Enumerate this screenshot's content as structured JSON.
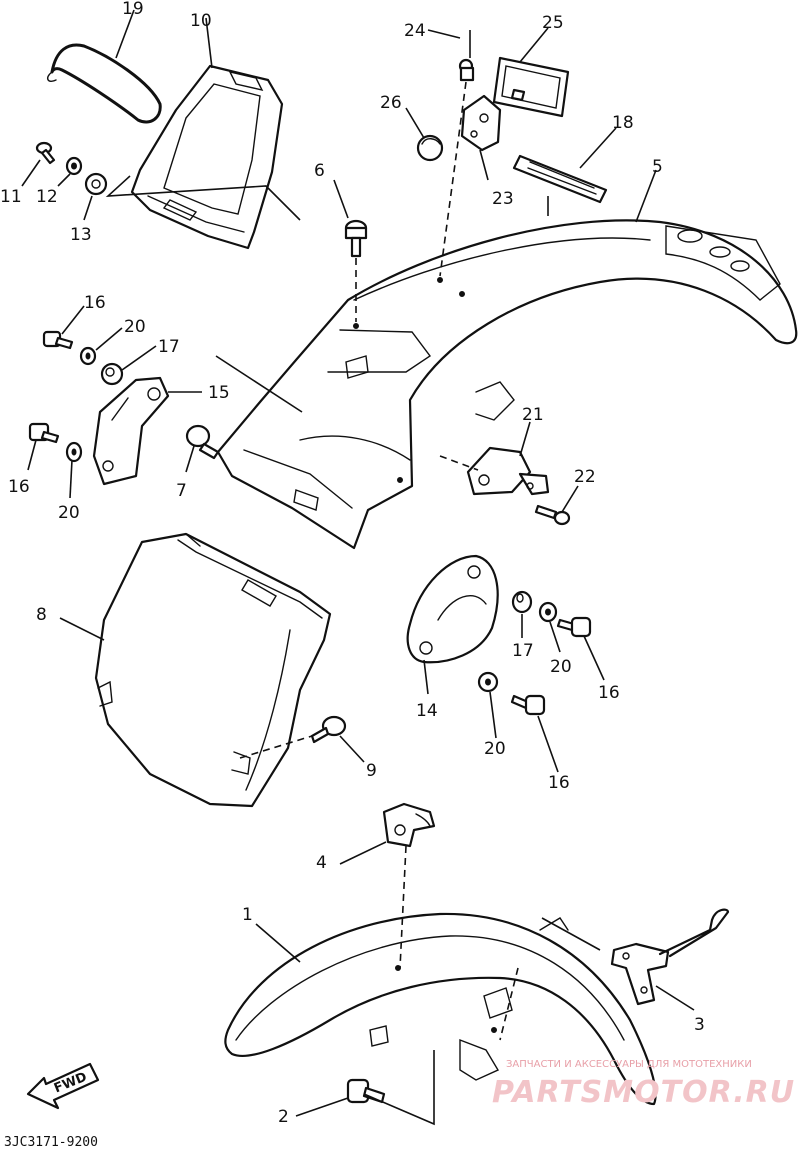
{
  "diagram": {
    "drawing_code": "3JC3171-9200",
    "direction_label": "FWD",
    "callouts": [
      "19",
      "10",
      "24",
      "25",
      "26",
      "18",
      "23",
      "5",
      "11",
      "12",
      "13",
      "6",
      "16",
      "20",
      "17",
      "15",
      "7",
      "21",
      "22",
      "8",
      "14",
      "9",
      "4",
      "1",
      "3",
      "2"
    ]
  },
  "watermark": {
    "tagline": "ЗАПЧАСТИ И АКСЕССУАРЫ ДЛЯ МОТОТЕХНИКИ",
    "brand": "PARTSMOTOR.RU",
    "color": "#e8a0a8"
  }
}
